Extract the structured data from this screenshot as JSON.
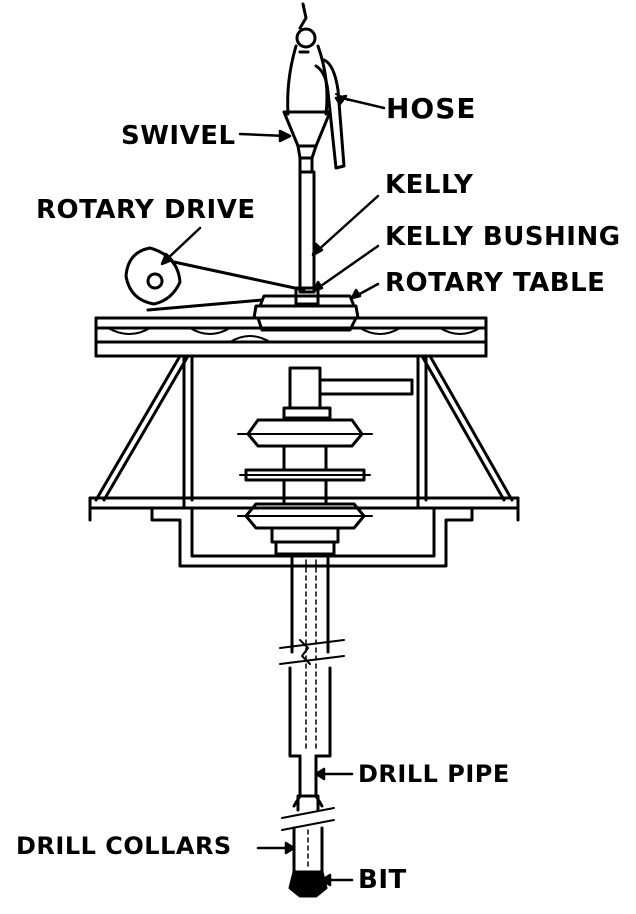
{
  "diagram": {
    "labels": {
      "hose": "HOSE",
      "swivel": "SWIVEL",
      "kelly": "KELLY",
      "rotary_drive": "ROTARY DRIVE",
      "kelly_bushing": "KELLY BUSHING",
      "rotary_table": "ROTARY TABLE",
      "drill_pipe": "DRILL PIPE",
      "drill_collars": "DRILL COLLARS",
      "bit": "BIT"
    },
    "colors": {
      "ink": "#000000",
      "paper": "#ffffff"
    }
  }
}
